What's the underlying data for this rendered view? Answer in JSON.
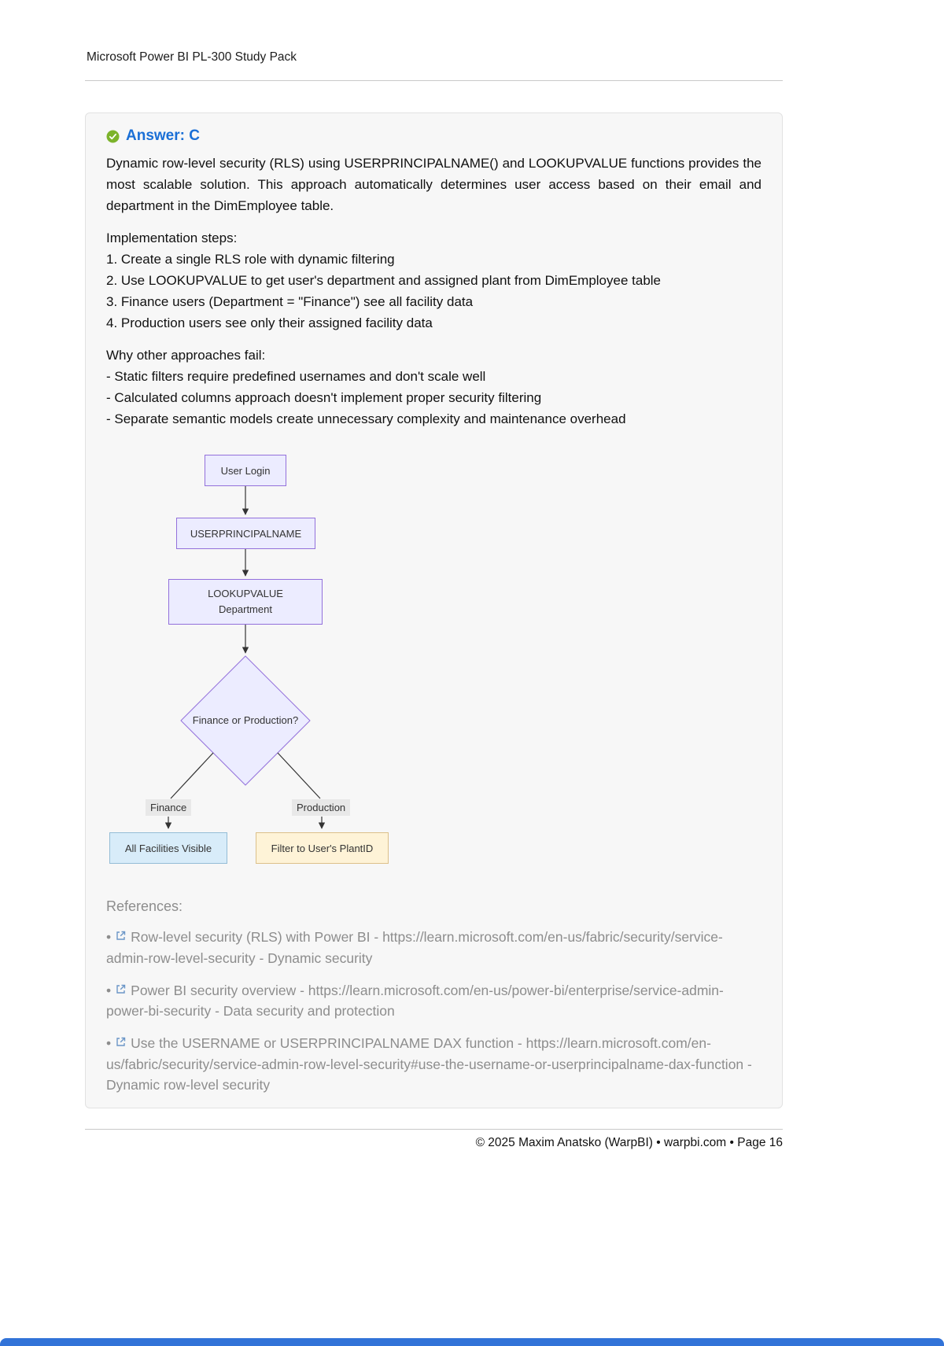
{
  "page": {
    "header_title": "Microsoft Power BI PL-300 Study Pack",
    "footer": "© 2025 Maxim Anatsko (WarpBI) • warpbi.com • Page 16"
  },
  "answer": {
    "label": "Answer: C",
    "paragraph": "Dynamic row-level security (RLS) using USERPRINCIPALNAME() and LOOKUPVALUE functions provides the most scalable solution. This approach automatically determines user access based on their email and department in the DimEmployee table.",
    "implementation_heading": "Implementation steps:",
    "implementation_steps": [
      "1. Create a single RLS role with dynamic filtering",
      "2. Use LOOKUPVALUE to get user's department and assigned plant from DimEmployee table",
      "3. Finance users (Department = \"Finance\") see all facility data",
      "4. Production users see only their assigned facility data"
    ],
    "why_heading": "Why other approaches fail:",
    "why_items": [
      "- Static filters require predefined usernames and don't scale well",
      "- Calculated columns approach doesn't implement proper security filtering",
      "- Separate semantic models create unnecessary complexity and maintenance overhead"
    ]
  },
  "flowchart": {
    "nodes": {
      "user_login": "User Login",
      "userprincipalname": "USERPRINCIPALNAME",
      "lookupvalue_line1": "LOOKUPVALUE",
      "lookupvalue_line2": "Department",
      "decision": "Finance or Production?",
      "finance_result": "All Facilities Visible",
      "production_result": "Filter to User's PlantID"
    },
    "edge_labels": {
      "finance": "Finance",
      "production": "Production"
    },
    "colors": {
      "node_fill": "#ECECFF",
      "node_border": "#9370DB",
      "finance_result_fill": "#D8ECF9",
      "production_result_fill": "#FEF3D7",
      "edge_color": "#333333"
    }
  },
  "references": {
    "heading": "References:",
    "bullet": "•",
    "items": [
      "Row-level security (RLS) with Power BI - https://learn.microsoft.com/en-us/fabric/security/service-admin-row-level-security - Dynamic security",
      "Power BI security overview - https://learn.microsoft.com/en-us/power-bi/enterprise/service-admin-power-bi-security - Data security and protection",
      "Use the USERNAME or USERPRINCIPALNAME DAX function - https://learn.microsoft.com/en-us/fabric/security/service-admin-row-level-security#use-the-username-or-userprincipalname-dax-function - Dynamic row-level security"
    ]
  }
}
